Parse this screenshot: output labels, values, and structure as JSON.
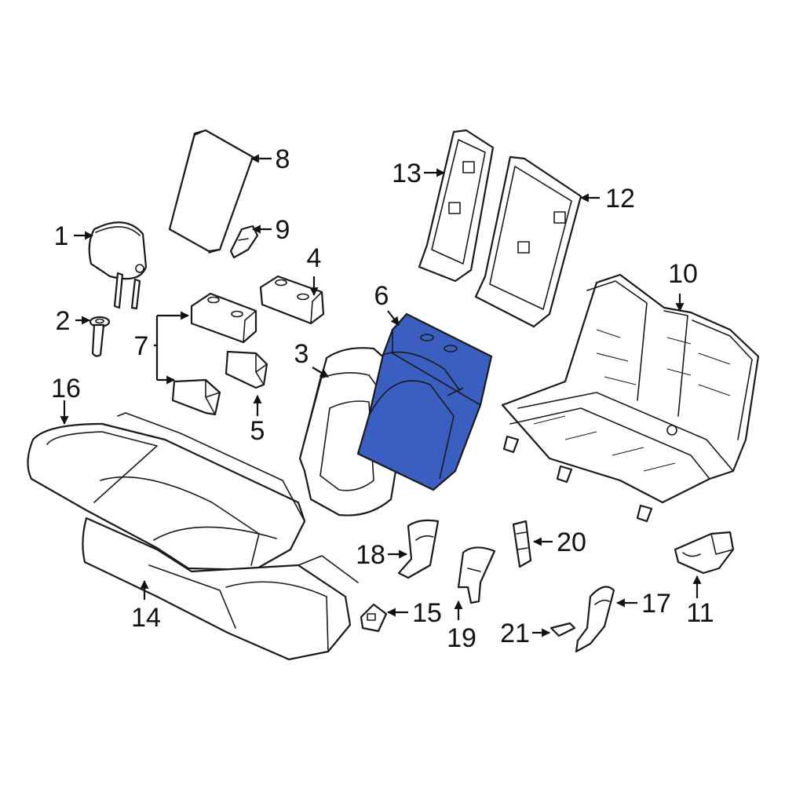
{
  "diagram": {
    "highlight_color": "#3a5fc0",
    "line_color": "#1a1a1a",
    "background": "#ffffff",
    "callouts": {
      "c1": "1",
      "c2": "2",
      "c3": "3",
      "c4": "4",
      "c5": "5",
      "c6": "6",
      "c7": "7",
      "c8": "8",
      "c9": "9",
      "c10": "10",
      "c11": "11",
      "c12": "12",
      "c13": "13",
      "c14": "14",
      "c15": "15",
      "c16": "16",
      "c17": "17",
      "c18": "18",
      "c19": "19",
      "c20": "20",
      "c21": "21"
    },
    "highlighted_part": "6"
  }
}
